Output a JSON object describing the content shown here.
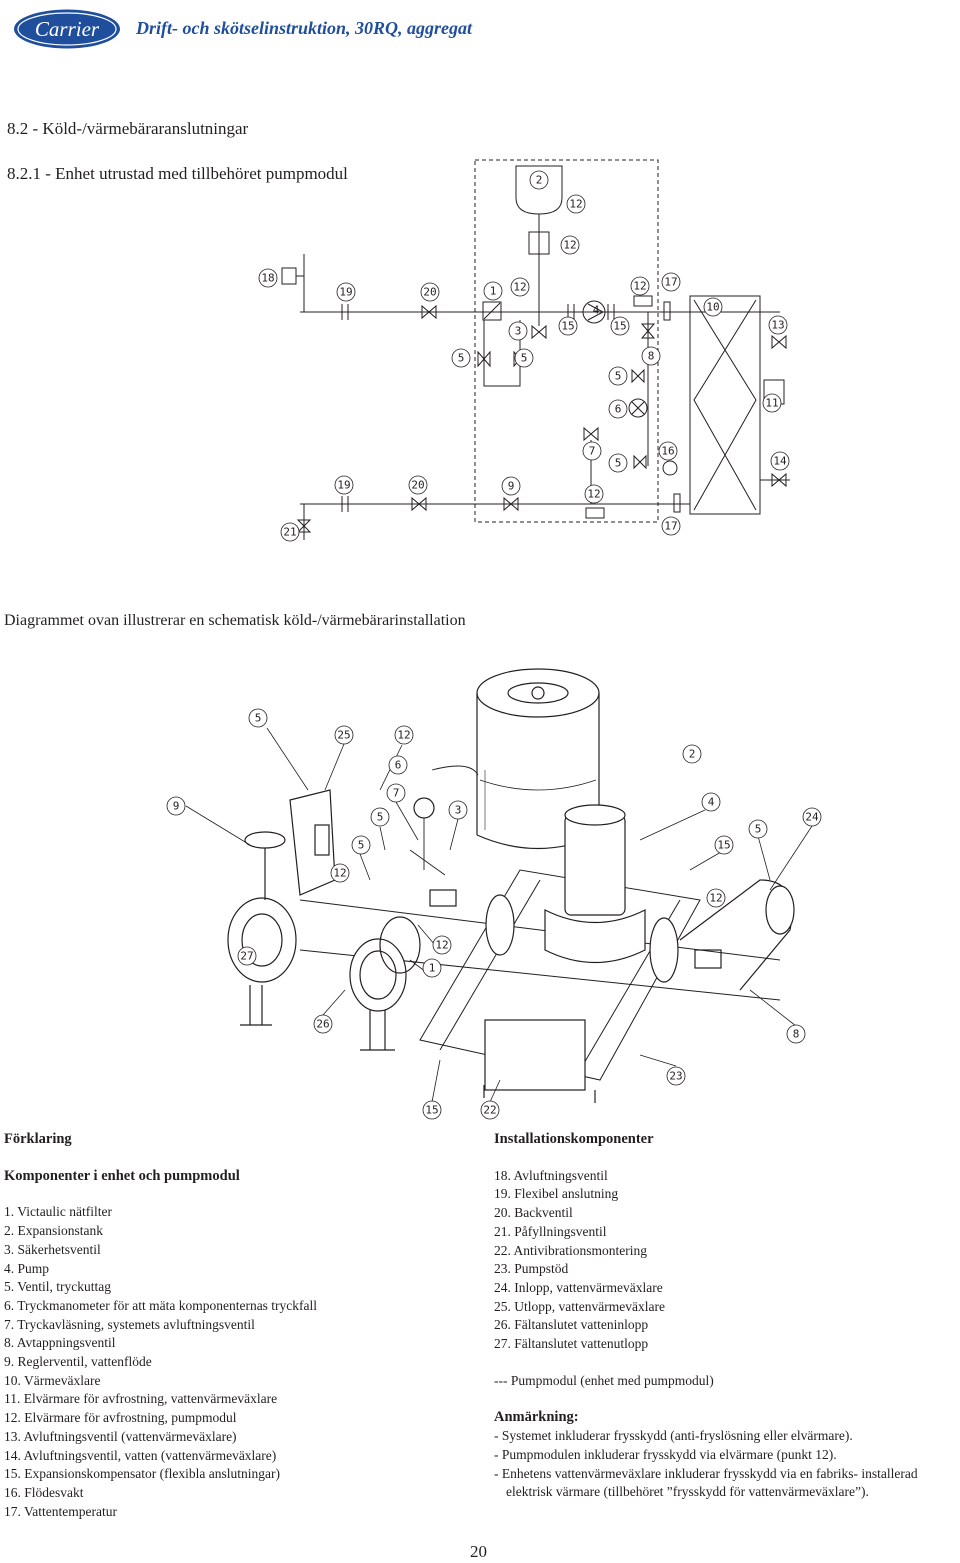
{
  "header": {
    "logo_text": "Carrier",
    "title": "Drift- och skötselinstruktion, 30RQ, aggregat",
    "brand_color": "#1f4e9c"
  },
  "section": {
    "heading": "8.2 - Köld-/värmebäraranslutningar",
    "subheading": "8.2.1 - Enhet utrustad med tillbehöret pumpmodul"
  },
  "schematic": {
    "callouts": {
      "c2": "2",
      "c12a": "12",
      "c12b": "12",
      "c18": "18",
      "c19a": "19",
      "c20a": "20",
      "c1": "1",
      "c12c": "12",
      "c3": "3",
      "c15a": "15",
      "c4": "4",
      "c15b": "15",
      "c12d": "12",
      "c17a": "17",
      "c10": "10",
      "c13": "13",
      "c5a": "5",
      "c5b": "5",
      "c8": "8",
      "c5c": "5",
      "c11": "11",
      "c6": "6",
      "c7": "7",
      "c5d": "5",
      "c16": "16",
      "c14": "14",
      "c19b": "19",
      "c20b": "20",
      "c9": "9",
      "c12e": "12",
      "c21": "21",
      "c17b": "17"
    },
    "caption": "Diagrammet ovan illustrerar en schematisk köld-/värmebärarinstallation"
  },
  "figure": {
    "callouts": {
      "f5a": "5",
      "f25": "25",
      "f12a": "12",
      "f6": "6",
      "f2": "2",
      "f9": "9",
      "f7": "7",
      "f5b": "5",
      "f3": "3",
      "f4": "4",
      "f5c": "5",
      "f24": "24",
      "f5d": "5",
      "f15a": "15",
      "f12b": "12",
      "f12c": "12",
      "f27": "27",
      "f12d": "12",
      "f1": "1",
      "f26": "26",
      "f8": "8",
      "f23": "23",
      "f15b": "15",
      "f22": "22"
    }
  },
  "legend": {
    "title": "Förklaring",
    "components_heading": "Komponenter i enhet och pumpmodul",
    "components": [
      "1. Victaulic nätfilter",
      "2. Expansionstank",
      "3. Säkerhetsventil",
      "4. Pump",
      "5. Ventil, tryckuttag",
      "6. Tryckmanometer för att mäta komponenternas tryckfall",
      "7. Tryckavläsning, systemets avluftningsventil",
      "8. Avtappningsventil",
      "9. Reglerventil, vattenflöde",
      "10. Värmeväxlare",
      "11. Elvärmare för avfrostning, vattenvärmeväxlare",
      "12. Elvärmare för avfrostning, pumpmodul",
      "13. Avluftningsventil (vattenvärmeväxlare)",
      "14. Avluftningsventil, vatten (vattenvärmeväxlare)",
      "15. Expansionskompensator (flexibla anslutningar)",
      "16. Flödesvakt",
      "17. Vattentemperatur"
    ],
    "installation_heading": "Installationskomponenter",
    "installation": [
      "18. Avluftningsventil",
      "19. Flexibel anslutning",
      "20. Backventil",
      "21. Påfyllningsventil",
      "22. Antivibrationsmontering",
      "23. Pumpstöd",
      "24. Inlopp, vattenvärmeväxlare",
      "25. Utlopp, vattenvärmeväxlare",
      "26. Fältanslutet vatteninlopp",
      "27. Fältanslutet vattenutlopp"
    ],
    "pump_module_note": "--- Pumpmodul (enhet med pumpmodul)",
    "remarks_heading": "Anmärkning:",
    "remarks": [
      "- Systemet inkluderar frysskydd (anti-fryslösning eller elvärmare).",
      "- Pumpmodulen inkluderar frysskydd via elvärmare (punkt 12).",
      "- Enhetens vattenvärmeväxlare inkluderar frysskydd via en fabriks- installerad elektrisk värmare (tillbehöret ”frysskydd för vattenvärmeväxlare”)."
    ]
  },
  "footer": {
    "page_number": "20"
  }
}
